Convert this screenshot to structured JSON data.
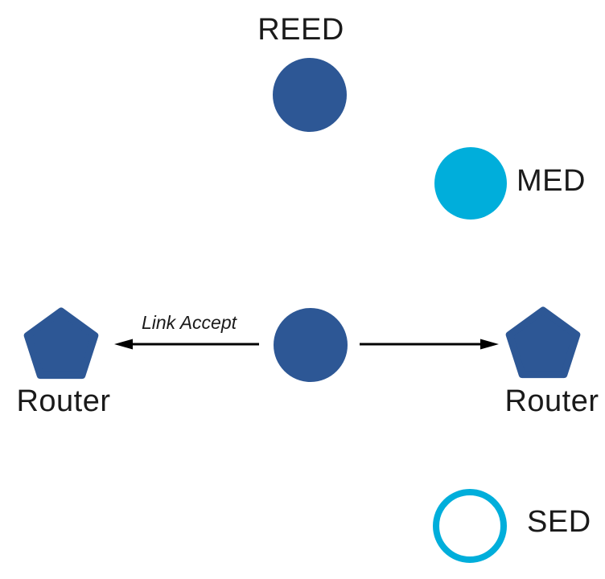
{
  "diagram": {
    "colors": {
      "router_blue": "#2d5795",
      "end_device_cyan": "#00aedb",
      "sleepy_fill": "#ffffff",
      "arrow": "#000000",
      "text": "#1a1a1a"
    },
    "nodes": {
      "reed": {
        "label": "REED",
        "shape": "filled-circle"
      },
      "med": {
        "label": "MED",
        "shape": "filled-circle"
      },
      "parent": {
        "shape": "filled-circle"
      },
      "router_left": {
        "label": "Router",
        "shape": "pentagon"
      },
      "router_right": {
        "label": "Router",
        "shape": "pentagon"
      },
      "sed": {
        "label": "SED",
        "shape": "outlined-circle"
      }
    },
    "edges": {
      "left": {
        "label": "Link Accept",
        "direction": "left"
      },
      "right": {
        "direction": "right"
      }
    }
  }
}
